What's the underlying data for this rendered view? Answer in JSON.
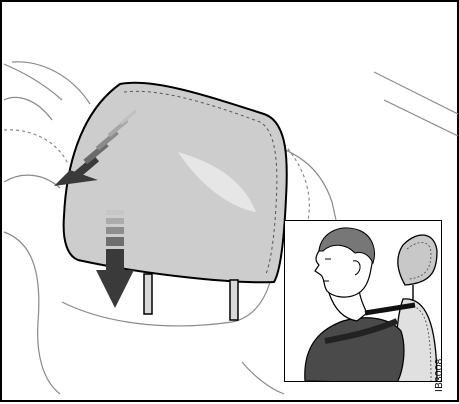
{
  "figure": {
    "code": "IB3008",
    "main_illustration": "headrest-illustration",
    "inset_illustration": "seated-driver-headrest-inset",
    "arrows": [
      "tilt-forward-arrow",
      "lower-down-arrow"
    ],
    "colors": {
      "line": "#000000",
      "headrest_fill": "#cdcdcd",
      "shade": "#b4b4b4",
      "background": "#ffffff"
    }
  }
}
